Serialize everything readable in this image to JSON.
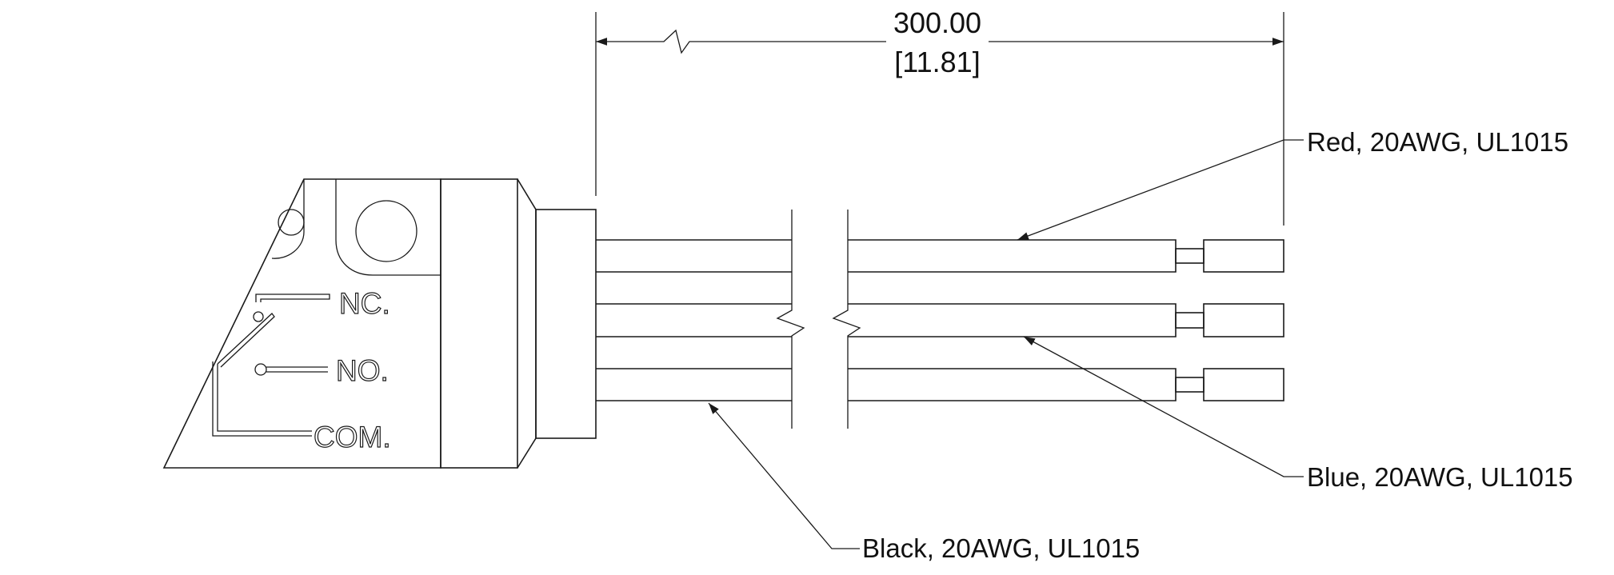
{
  "dimension": {
    "value_mm": "300.00",
    "value_in": "[11.81]"
  },
  "switch_labels": {
    "nc": "NC.",
    "no": "NO.",
    "com": "COM."
  },
  "wires": [
    {
      "label": "Red, 20AWG, UL1015",
      "color": "red"
    },
    {
      "label": "Blue, 20AWG, UL1015",
      "color": "blue"
    },
    {
      "label": "Black, 20AWG, UL1015",
      "color": "black"
    }
  ]
}
